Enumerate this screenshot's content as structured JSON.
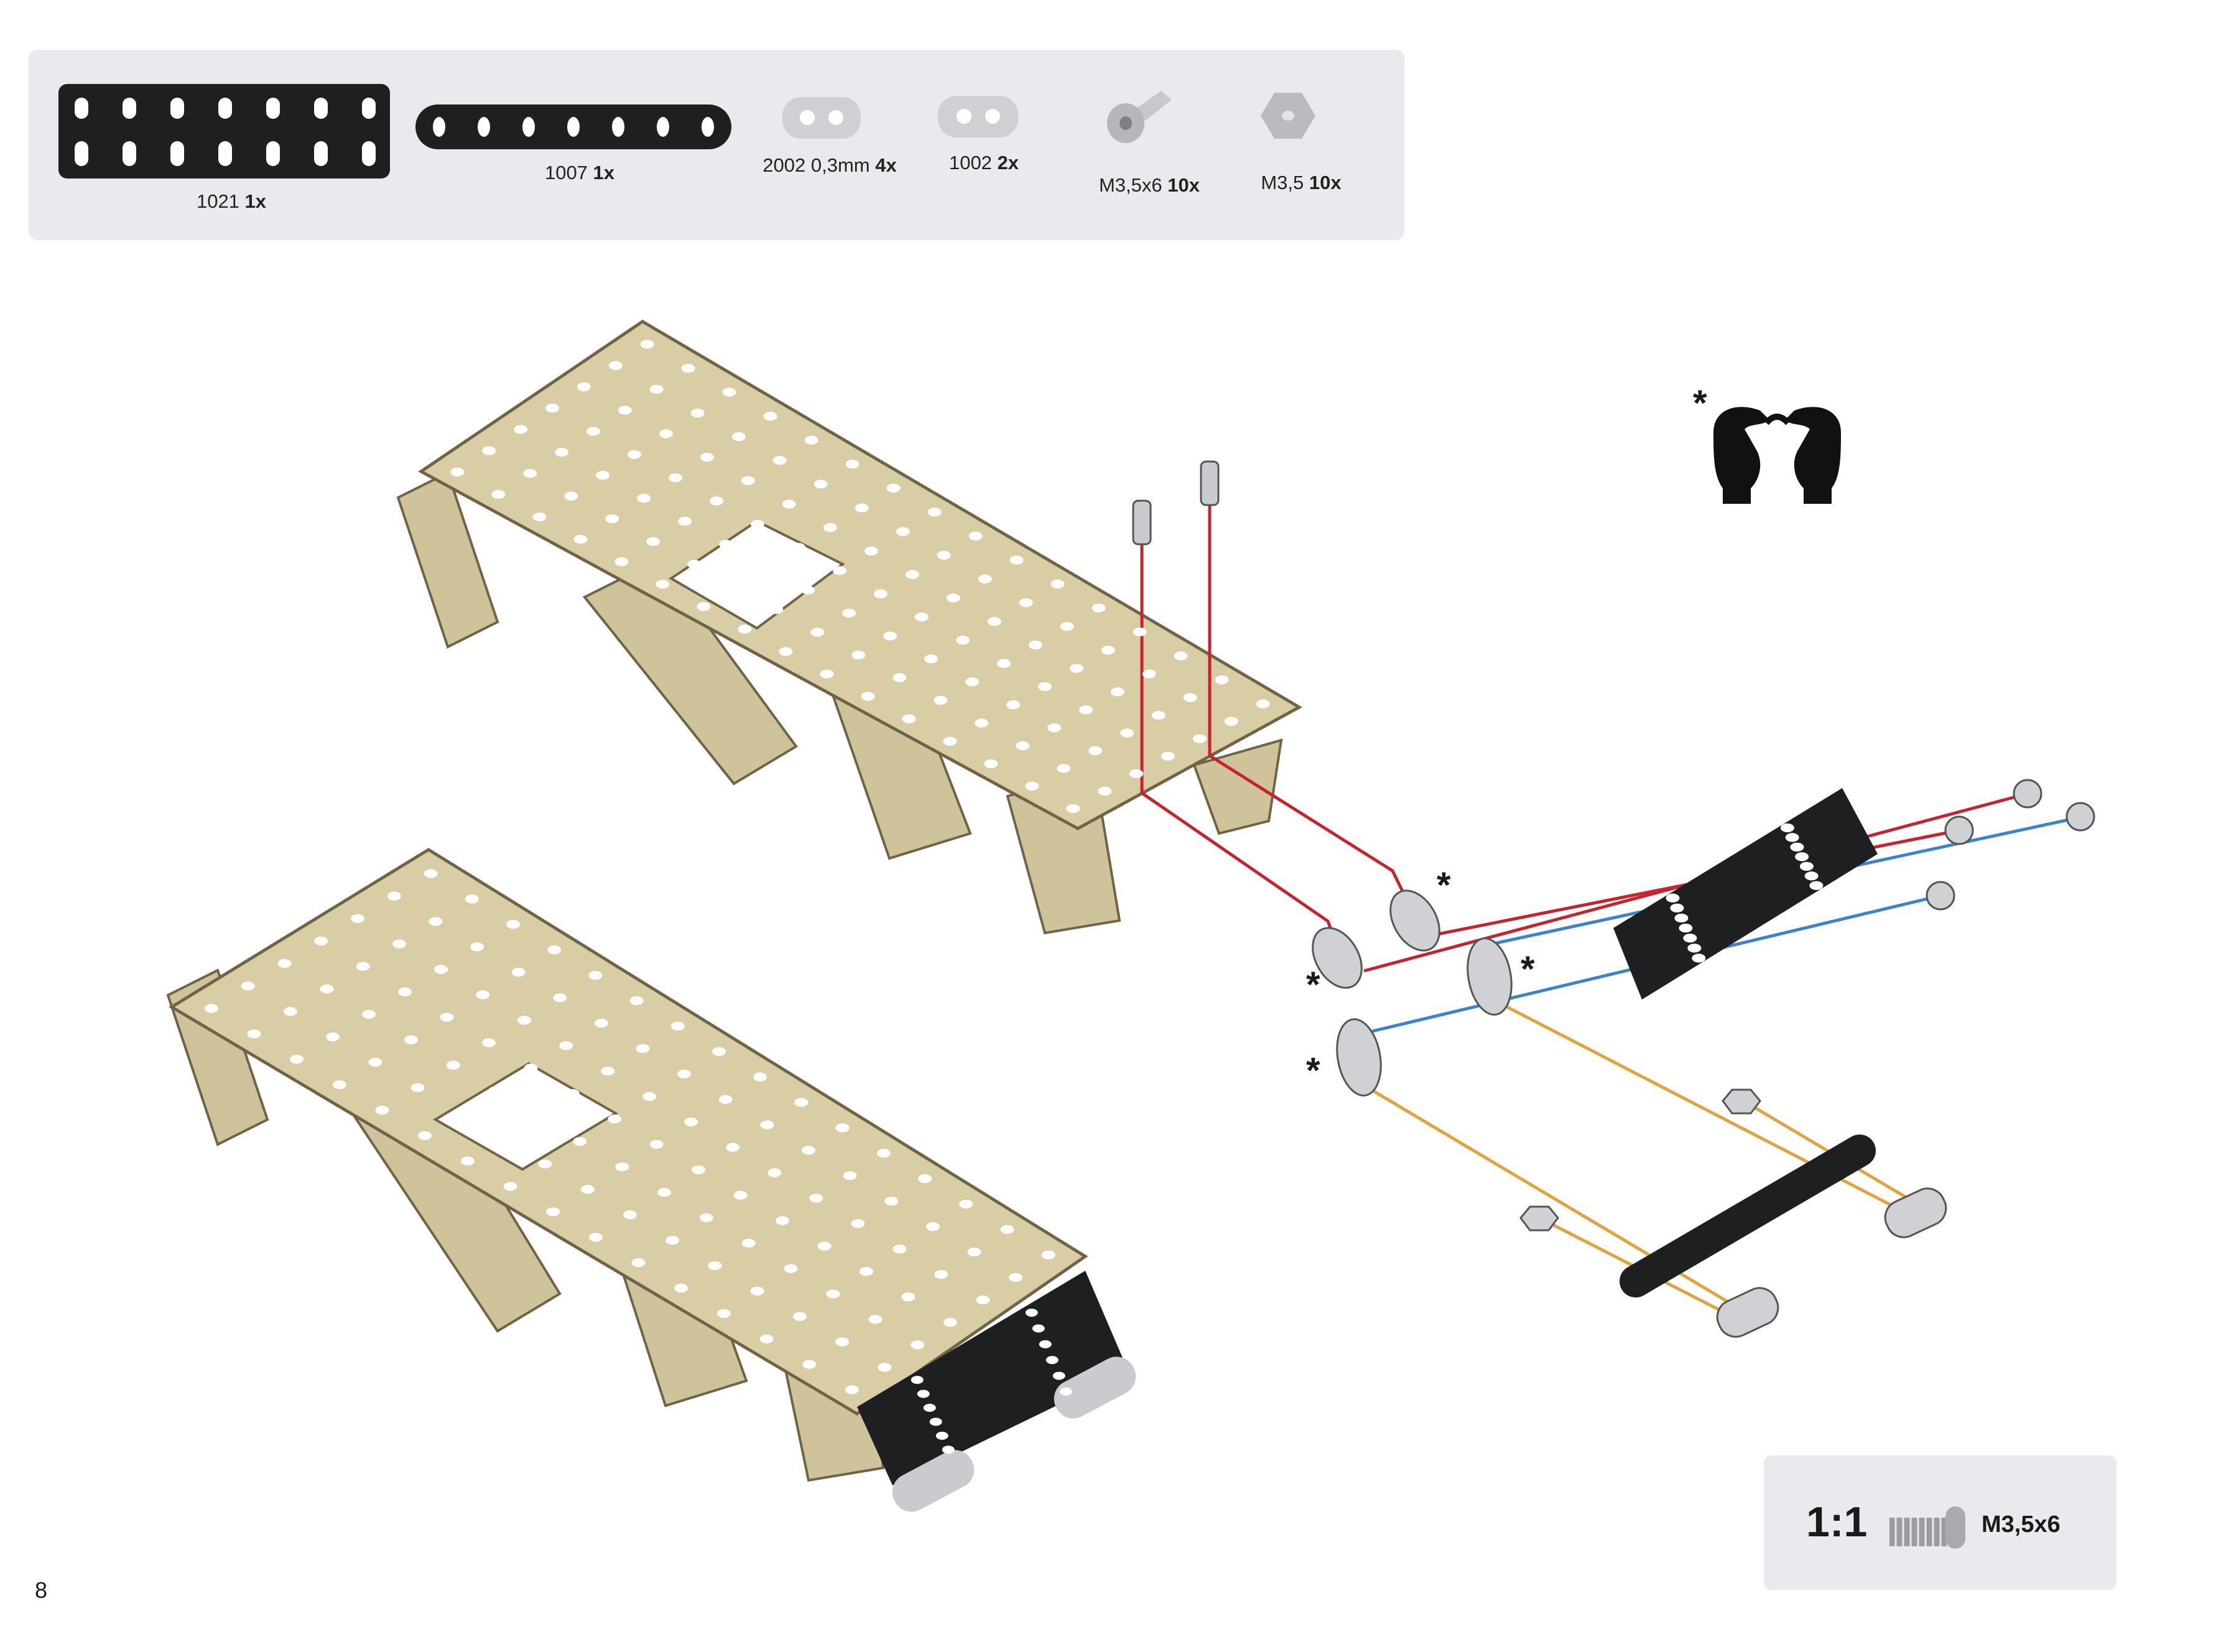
{
  "parts": [
    {
      "code": "1021",
      "qty": "1x",
      "icon": "perforated-plate-icon"
    },
    {
      "code": "1007",
      "qty": "1x",
      "icon": "perforated-strip-icon"
    },
    {
      "code": "2002 0,3mm",
      "qty": "4x",
      "icon": "angle-bracket-icon"
    },
    {
      "code": "1002",
      "qty": "2x",
      "icon": "double-hole-bracket-icon"
    },
    {
      "code": "M3,5x6",
      "qty": "10x",
      "icon": "screw-icon"
    },
    {
      "code": "M3,5",
      "qty": "10x",
      "icon": "nut-icon"
    }
  ],
  "hands_note": {
    "marker": "*",
    "icon": "bend-by-hand-icon"
  },
  "asterisks": [
    "*",
    "*",
    "*",
    "*"
  ],
  "scale": {
    "ratio": "1:1",
    "name": "M3,5x6",
    "icon": "screw-icon"
  },
  "page_number": "8",
  "colors": {
    "plate": "#d9cda6",
    "plate_edge": "#8a7e5c",
    "dark_part": "#1d1f20",
    "red": "#c8232c",
    "blue": "#3b82d0",
    "orange": "#e3a23a",
    "panel": "#e9eaee"
  }
}
